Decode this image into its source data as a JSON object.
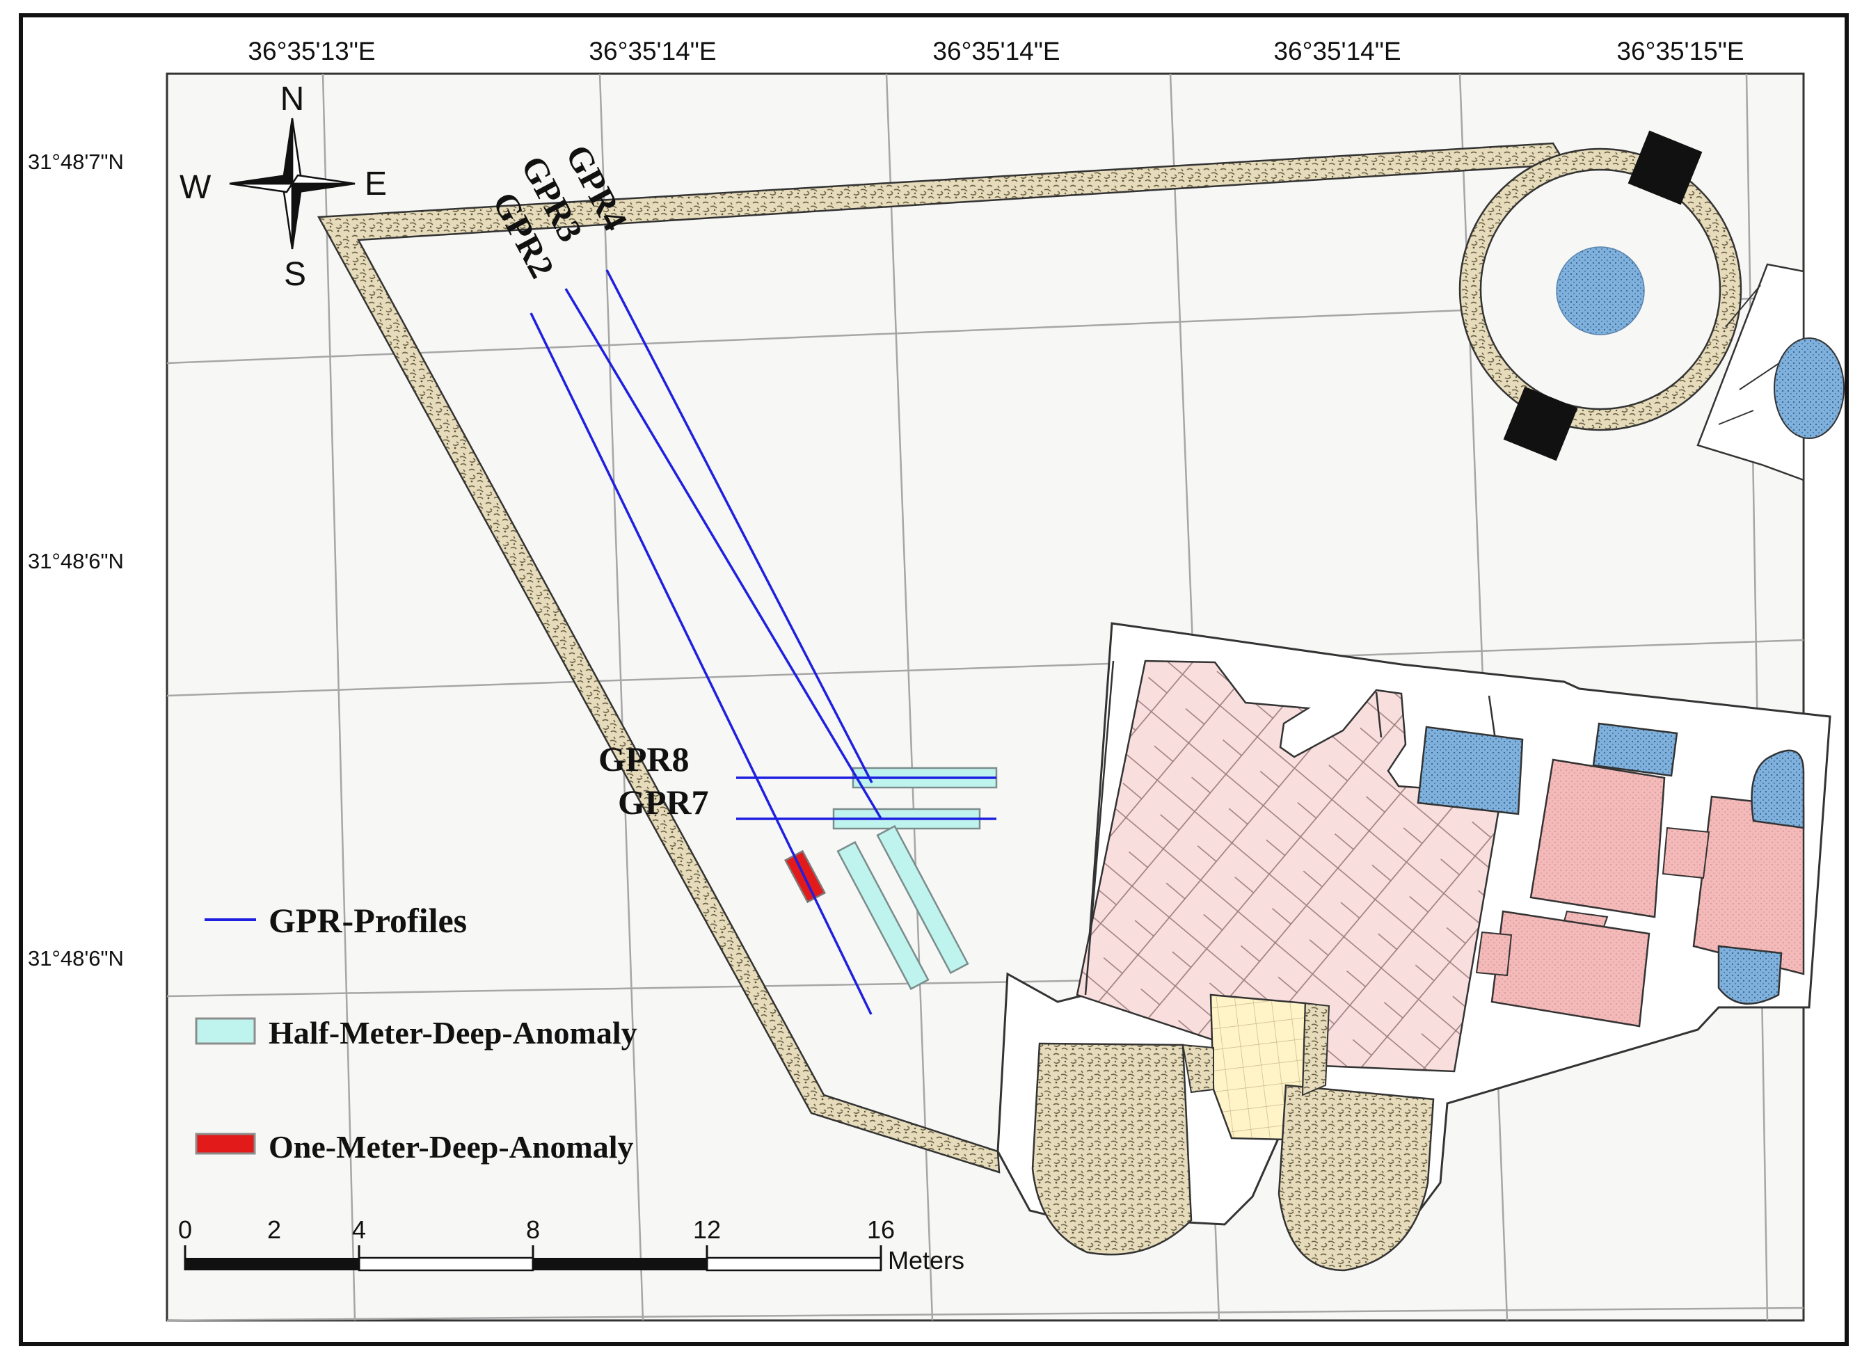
{
  "graticule": {
    "top_labels": [
      "36°35'13\"E",
      "36°35'14\"E",
      "36°35'14\"E",
      "36°35'14\"E",
      "36°35'15\"E"
    ],
    "left_labels": [
      "31°48'7\"N",
      "31°48'6\"N",
      "31°48'6\"N"
    ]
  },
  "compass": {
    "north": "N",
    "south": "S",
    "east": "E",
    "west": "W"
  },
  "profiles": {
    "gpr2": "GPR2",
    "gpr3": "GPR3",
    "gpr4": "GPR4",
    "gpr7": "GPR7",
    "gpr8": "GPR8"
  },
  "legend": {
    "profiles_label": "GPR-Profiles",
    "half_meter_label": "Half-Meter-Deep-Anomaly",
    "one_meter_label": "One-Meter-Deep-Anomaly"
  },
  "scale_bar": {
    "ticks": [
      "0",
      "2",
      "4",
      "8",
      "12",
      "16"
    ],
    "unit": "Meters"
  },
  "colors": {
    "profile_line": "#1f1fe0",
    "half_meter_anomaly": "#bff3ee",
    "one_meter_anomaly": "#e21a1a",
    "wall_fill": "#e9e0c2",
    "water_blue": "#7fb1dc",
    "room_pink": "#f4b9b9",
    "hatch_pink": "#f9dede",
    "floor_cream": "#fff3c8",
    "map_background": "#f7f7f6"
  }
}
